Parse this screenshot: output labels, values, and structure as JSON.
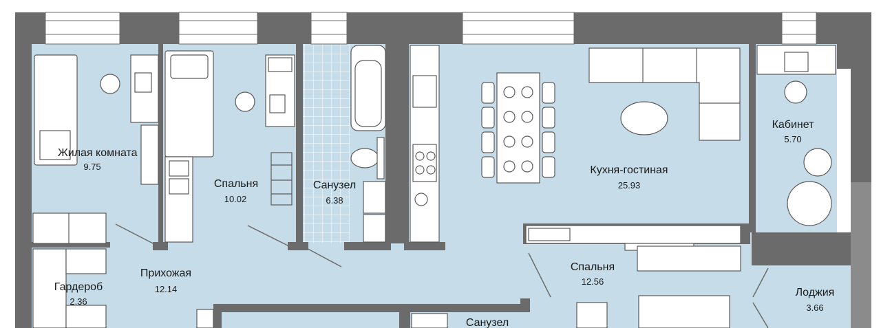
{
  "colors": {
    "wall": "#6b6b6b",
    "floor": "#c6dde9",
    "tile_grid": "#ffffff",
    "furniture_fill": "#ffffff",
    "furniture_stroke": "#5a5a5a"
  },
  "rooms": [
    {
      "id": "living",
      "name": "Жилая комната",
      "area": "9.75"
    },
    {
      "id": "bedroom1",
      "name": "Спальня",
      "area": "10.02"
    },
    {
      "id": "bath1",
      "name": "Санузел",
      "area": "6.38"
    },
    {
      "id": "kitchen",
      "name": "Кухня-гостиная",
      "area": "25.93"
    },
    {
      "id": "study",
      "name": "Кабинет",
      "area": "5.70"
    },
    {
      "id": "hall",
      "name": "Прихожая",
      "area": "12.14"
    },
    {
      "id": "wardrobe",
      "name": "Гардероб",
      "area": "2.36"
    },
    {
      "id": "bedroom2",
      "name": "Спальня",
      "area": "12.56"
    },
    {
      "id": "loggia",
      "name": "Лоджия",
      "area": "3.66"
    },
    {
      "id": "bath2",
      "name": "Санузел",
      "area": ""
    }
  ]
}
